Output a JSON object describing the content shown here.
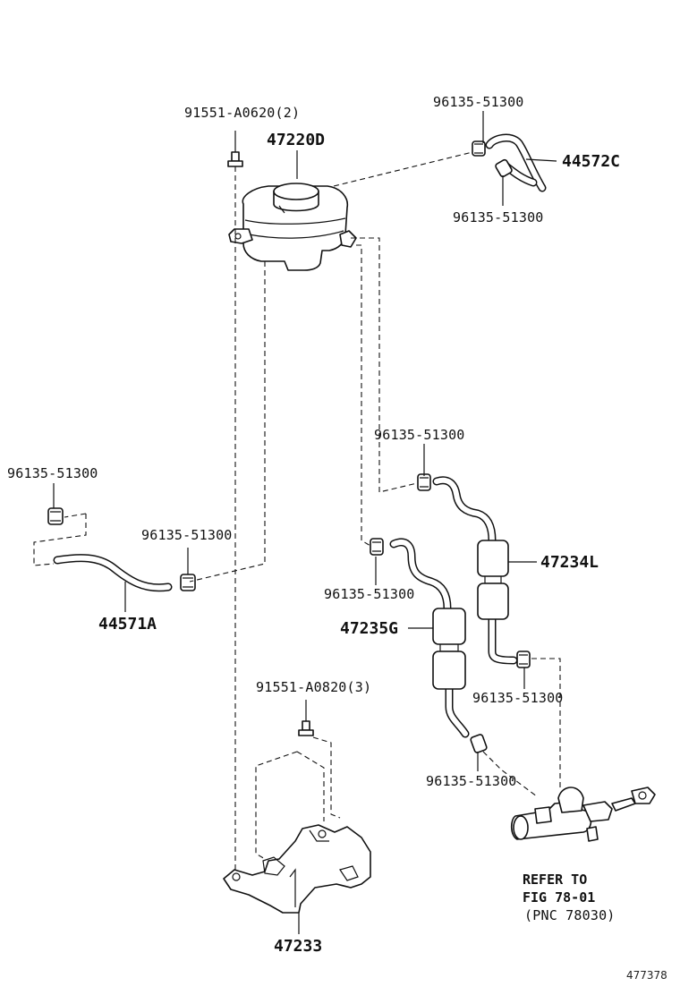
{
  "labels": {
    "bolt_top": "91551-A0620(2)",
    "reservoir": "47220D",
    "clip_top": "96135-51300",
    "hose_top": "44572C",
    "clip_top2": "96135-51300",
    "clip_mid": "96135-51300",
    "clip_left": "96135-51300",
    "clip_left2": "96135-51300",
    "hose_left": "44571A",
    "hose_234": "47234L",
    "clip_a": "96135-51300",
    "hose_235": "47235G",
    "clip_b": "96135-51300",
    "bolt_bottom": "91551-A0820(3)",
    "clip_c": "96135-51300",
    "bracket": "47233",
    "refer_line1": "REFER TO",
    "refer_line2": "FIG 78-01",
    "refer_line3": "(PNC 78030)",
    "illustration_no": "477378"
  }
}
